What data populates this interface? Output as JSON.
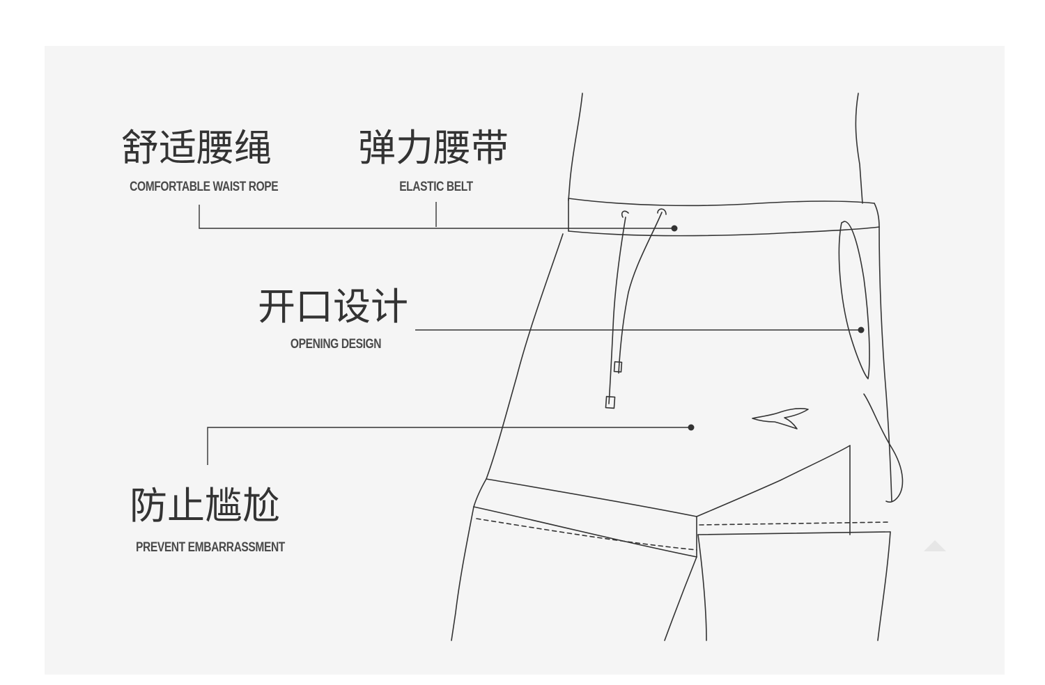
{
  "features": [
    {
      "zh": "舒适腰绳",
      "en": "COMFORTABLE WAIST ROPE"
    },
    {
      "zh": "弹力腰带",
      "en": "ELASTIC BELT"
    },
    {
      "zh": "开口设计",
      "en": "OPENING DESIGN"
    },
    {
      "zh": "防止尴尬",
      "en": "PREVENT EMBARRASSMENT"
    }
  ],
  "colors": {
    "background": "#f5f5f5",
    "line": "#333333",
    "text": "#333333"
  },
  "icons": [
    "brand-logo-icon",
    "scroll-to-top-icon"
  ]
}
